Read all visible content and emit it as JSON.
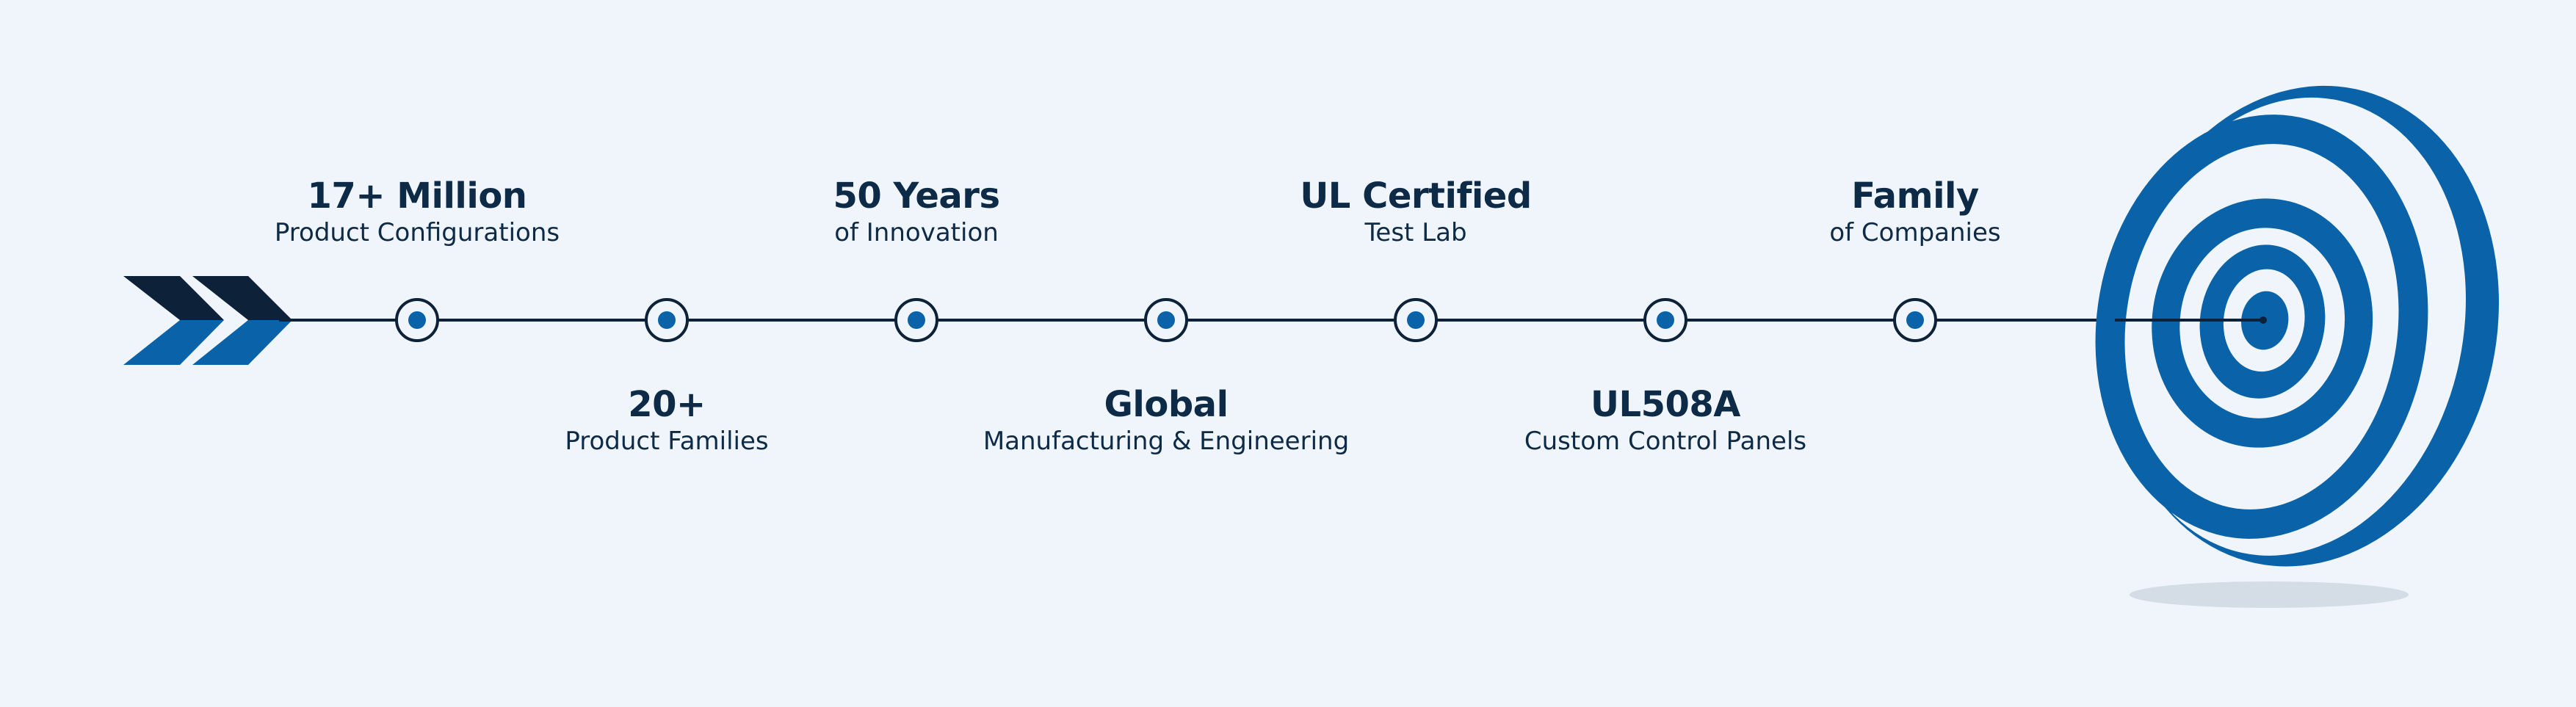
{
  "colors": {
    "background": "#eff5fb",
    "navy": "#0d2138",
    "text": "#0d2a47",
    "blue": "#0a63a8"
  },
  "milestones": [
    {
      "title": "17+ Million",
      "subtitle": "Product Configurations",
      "position": "above"
    },
    {
      "title": "20+",
      "subtitle": "Product Families",
      "position": "below"
    },
    {
      "title": "50 Years",
      "subtitle": "of Innovation",
      "position": "above"
    },
    {
      "title": "Global",
      "subtitle": "Manufacturing & Engineering",
      "position": "below"
    },
    {
      "title": "UL Certified",
      "subtitle": "Test Lab",
      "position": "above"
    },
    {
      "title": "UL508A",
      "subtitle": "Custom Control Panels",
      "position": "below"
    },
    {
      "title": "Family",
      "subtitle": "of Companies",
      "position": "above"
    }
  ],
  "icons": {
    "start": "double-chevron-arrow-icon",
    "end": "bullseye-target-icon",
    "node": "timeline-node-icon"
  }
}
